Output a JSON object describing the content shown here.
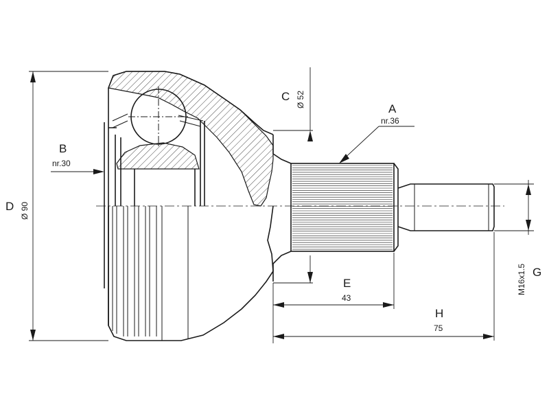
{
  "labels": {
    "A": "A",
    "A_note": "nr.36",
    "B": "B",
    "B_note": "nr.30",
    "C": "C",
    "C_value": "Ø 52",
    "D": "D",
    "D_value": "Ø 90",
    "E": "E",
    "E_value": "43",
    "G": "G",
    "G_value": "M16x1.5",
    "H": "H",
    "H_value": "75"
  }
}
